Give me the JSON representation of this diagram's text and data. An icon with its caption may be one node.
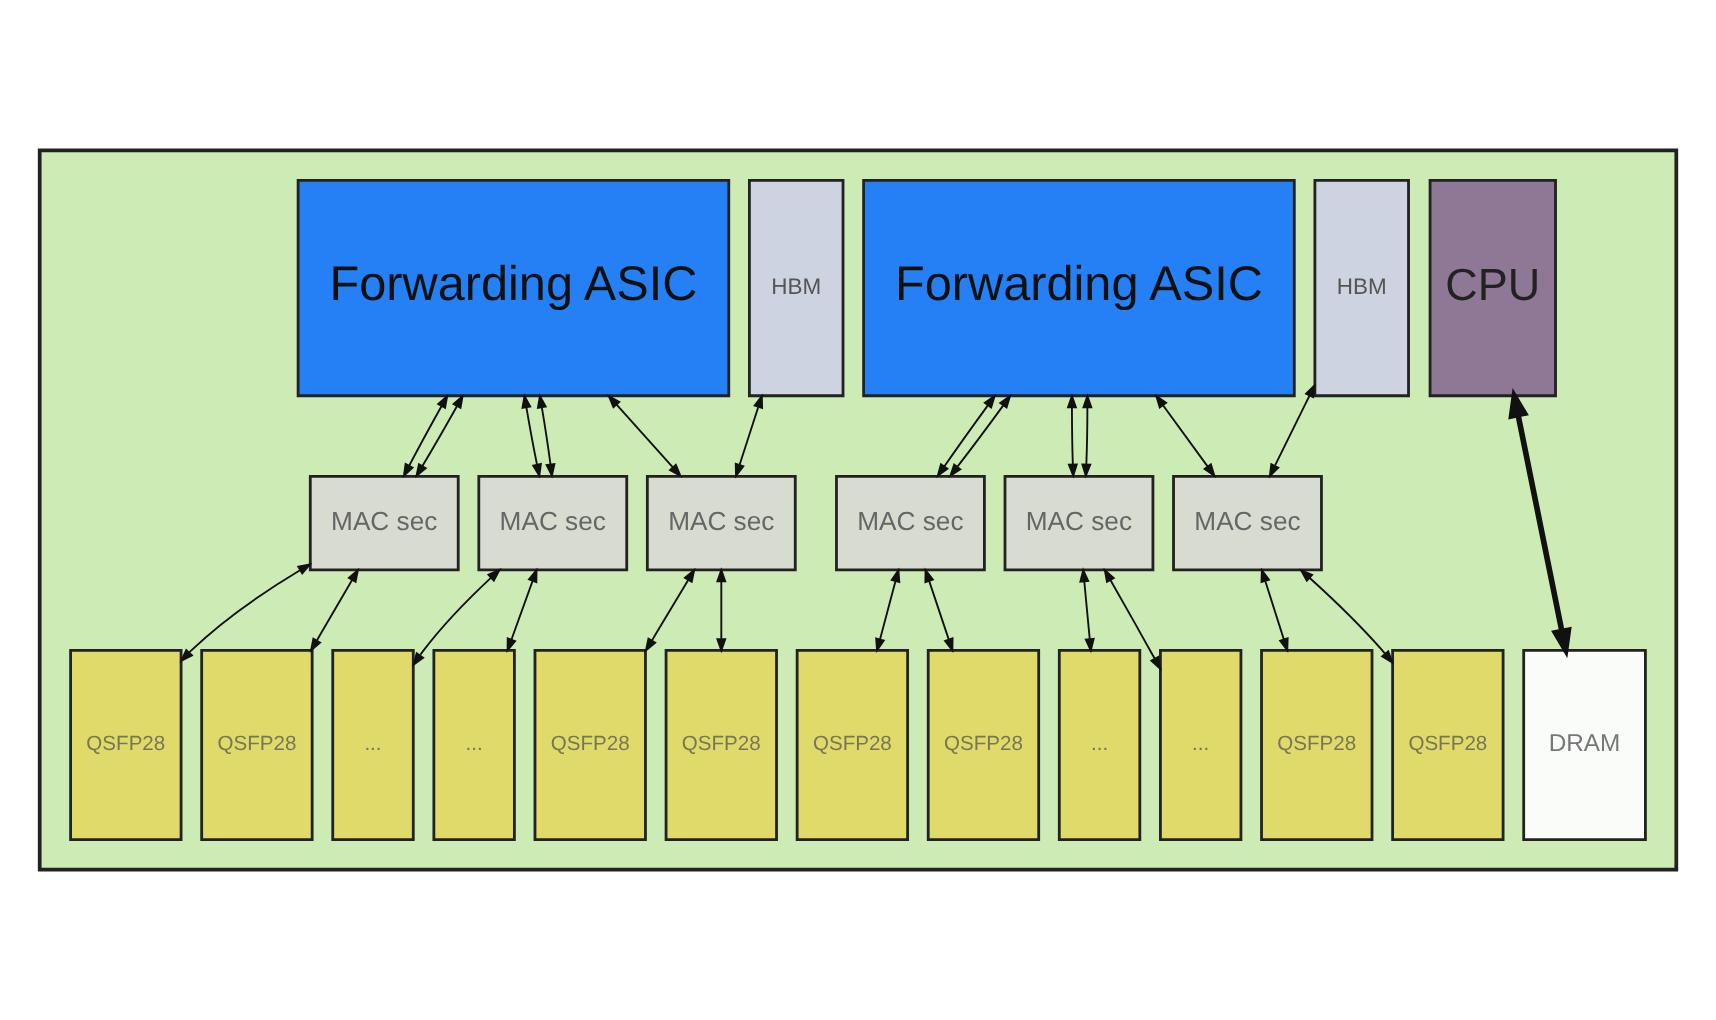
{
  "diagram": {
    "nodes": [
      {
        "text": [],
        "shape": "box"
      },
      {
        "text": [
          "Forwarding ASIC"
        ],
        "in": 0
      },
      {
        "text": [
          "HBM"
        ],
        "in": 0
      },
      {
        "text": [
          "Forwarding ASIC"
        ],
        "in": 0
      },
      {
        "text": [
          "HBM"
        ],
        "in": 0
      },
      {
        "text": [
          "CPU"
        ],
        "in": 0
      },
      {
        "text": [
          "MAC sec"
        ],
        "in": 0
      },
      {
        "text": [
          "MAC sec"
        ],
        "in": 0
      },
      {
        "text": [
          "MAC sec"
        ],
        "in": 0
      },
      {
        "text": [
          "MAC sec"
        ],
        "in": 0
      },
      {
        "text": [
          "MAC sec"
        ],
        "in": 0
      },
      {
        "text": [
          "MAC sec"
        ],
        "in": 0
      },
      {
        "text": [
          "QSFP28"
        ],
        "in": 0
      },
      {
        "text": [
          "QSFP28"
        ],
        "in": 0
      },
      {
        "text": [
          "..."
        ],
        "in": 0
      },
      {
        "text": [
          "..."
        ],
        "in": 0
      },
      {
        "text": [
          "QSFP28"
        ],
        "in": 0
      },
      {
        "text": [
          "QSFP28"
        ],
        "in": 0
      },
      {
        "text": [
          "QSFP28"
        ],
        "in": 0
      },
      {
        "text": [
          "QSFP28"
        ],
        "in": 0
      },
      {
        "text": [
          "..."
        ],
        "in": 0
      },
      {
        "text": [
          "..."
        ],
        "in": 0
      },
      {
        "text": [
          "QSFP28"
        ],
        "in": 0
      },
      {
        "text": [
          "QSFP28"
        ],
        "in": 0
      },
      {
        "text": [
          "DRAM"
        ],
        "in": 0
      }
    ],
    "edges": [
      {
        "from": 1,
        "to": 6,
        "arrow": "both"
      },
      {
        "from": 1,
        "to": 6,
        "arrow": "both"
      },
      {
        "from": 1,
        "to": 7,
        "arrow": "both"
      },
      {
        "from": 1,
        "to": 7,
        "arrow": "both"
      },
      {
        "from": 1,
        "to": 8,
        "arrow": "both"
      },
      {
        "from": 2,
        "to": 8,
        "arrow": "both"
      },
      {
        "from": 3,
        "to": 9,
        "arrow": "both"
      },
      {
        "from": 3,
        "to": 9,
        "arrow": "both"
      },
      {
        "from": 3,
        "to": 10,
        "arrow": "both"
      },
      {
        "from": 3,
        "to": 10,
        "arrow": "both"
      },
      {
        "from": 3,
        "to": 11,
        "arrow": "both"
      },
      {
        "from": 4,
        "to": 11,
        "arrow": "both"
      },
      {
        "from": 6,
        "to": 12,
        "arrow": "both"
      },
      {
        "from": 6,
        "to": 13,
        "arrow": "both"
      },
      {
        "from": 7,
        "to": 14,
        "arrow": "both"
      },
      {
        "from": 7,
        "to": 15,
        "arrow": "both"
      },
      {
        "from": 8,
        "to": 16,
        "arrow": "both"
      },
      {
        "from": 8,
        "to": 17,
        "arrow": "both"
      },
      {
        "from": 9,
        "to": 18,
        "arrow": "both"
      },
      {
        "from": 9,
        "to": 19,
        "arrow": "both"
      },
      {
        "from": 10,
        "to": 20,
        "arrow": "both"
      },
      {
        "from": 10,
        "to": 21,
        "arrow": "both"
      },
      {
        "from": 11,
        "to": 22,
        "arrow": "both"
      },
      {
        "from": 11,
        "to": 23,
        "arrow": "both"
      },
      {
        "from": 5,
        "to": 24,
        "arrow": "both",
        "style": "thick"
      }
    ]
  }
}
